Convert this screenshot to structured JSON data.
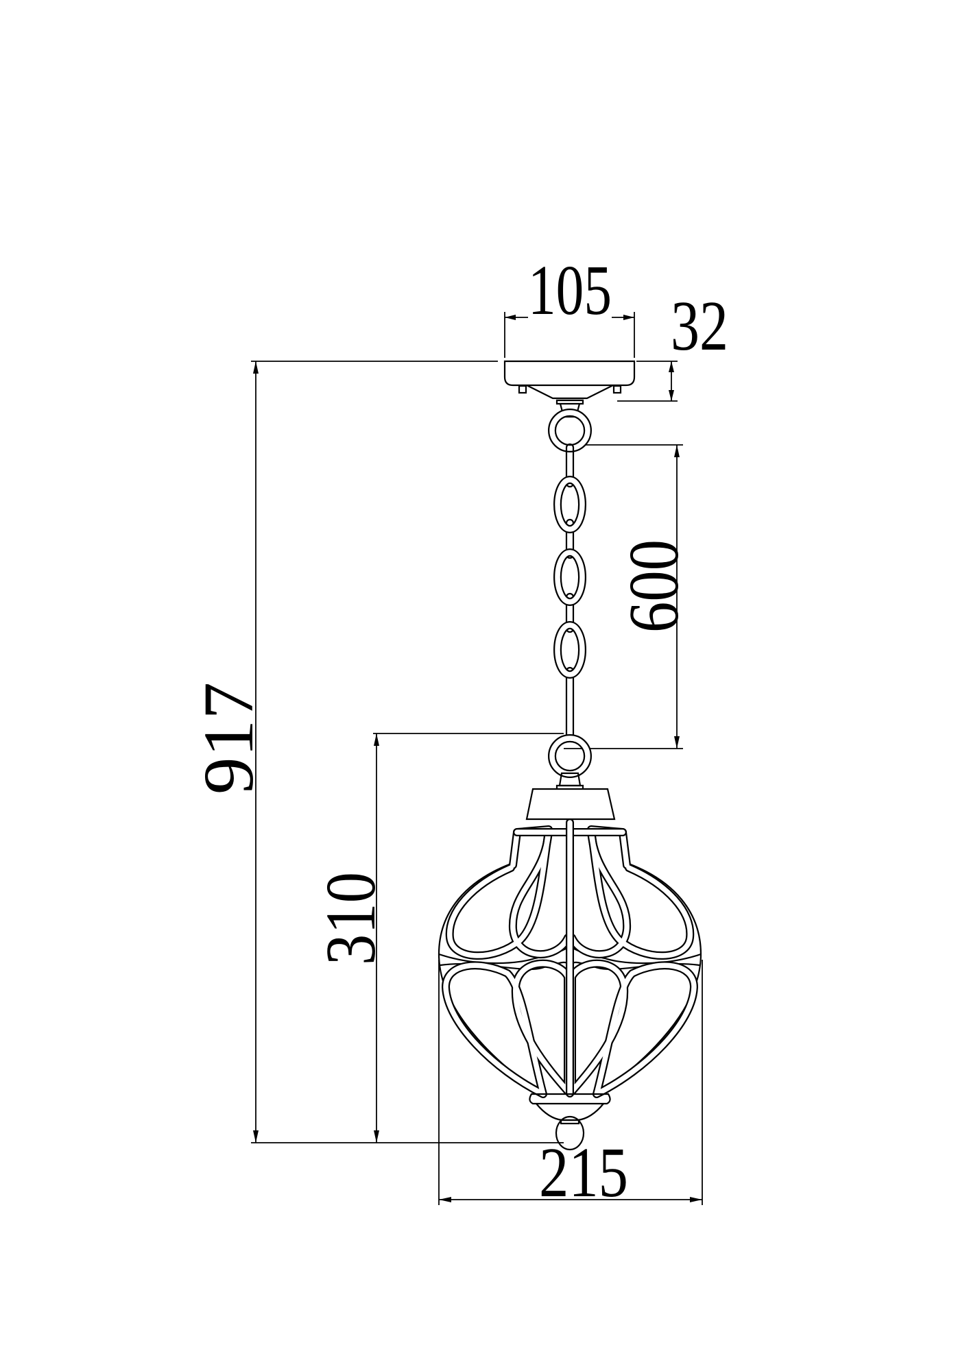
{
  "dimensions": {
    "canopy_width": "105",
    "canopy_height": "32",
    "chain_length": "600",
    "total_height": "917",
    "lamp_height": "310",
    "lamp_width": "215"
  },
  "colors": {
    "line": "#000000",
    "background": "#ffffff"
  }
}
